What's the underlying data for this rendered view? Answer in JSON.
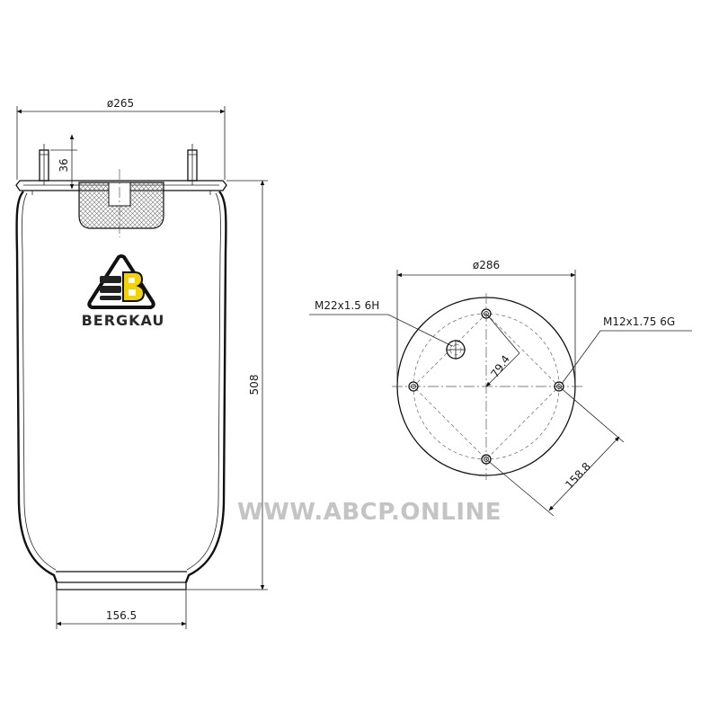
{
  "dimensions": {
    "top_diameter": "ø265",
    "stud_height": "36",
    "height": "508",
    "bottom_width": "156.5",
    "plate_diameter": "ø286",
    "stud_offset": "79.4",
    "bolt_circle": "158.8"
  },
  "threads": {
    "air_port": "M22x1.5 6H",
    "studs": "M12x1.75 6G"
  },
  "brand": {
    "name": "BERGKAU",
    "logo_accent": "#f4d400"
  },
  "watermark": "WWW.ABCP.ONLINE"
}
